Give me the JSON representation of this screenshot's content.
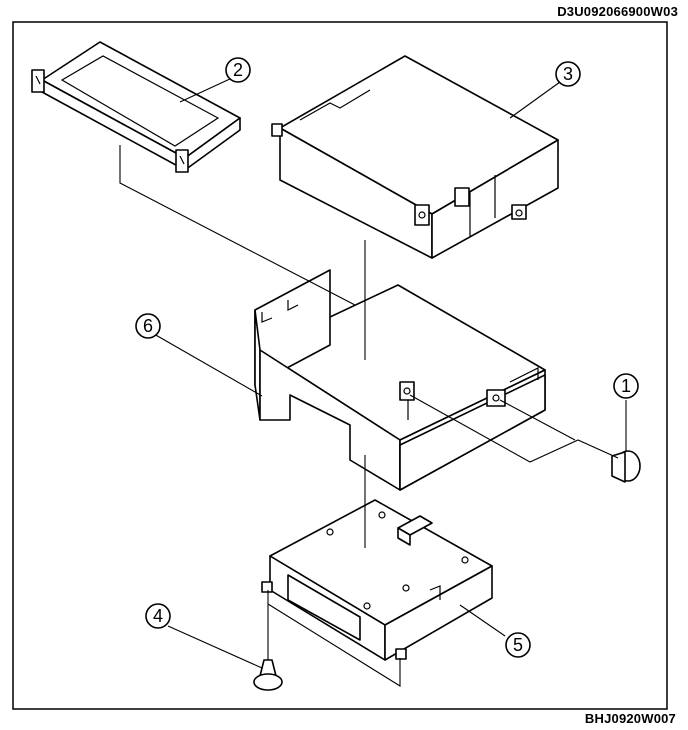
{
  "diagram": {
    "reference_code_top": "D3U092066900W03",
    "reference_code_bottom": "BHJ0920W007",
    "callouts": [
      "1",
      "2",
      "3",
      "4",
      "5",
      "6"
    ]
  }
}
